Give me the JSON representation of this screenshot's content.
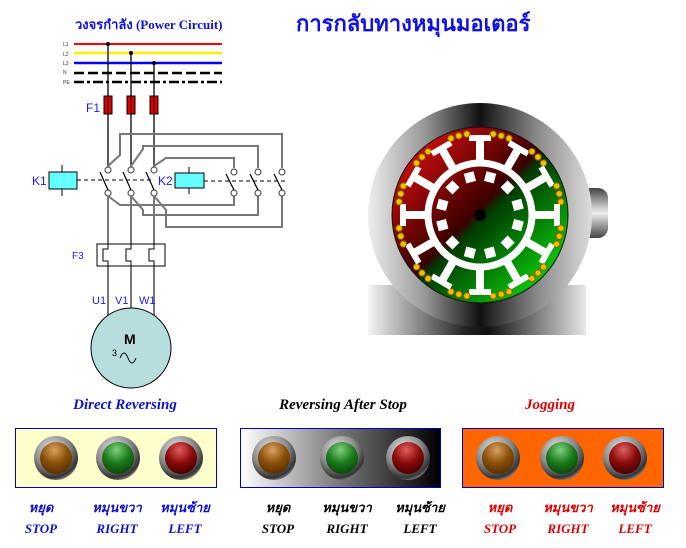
{
  "header": {
    "title": "การกลับทางหมุนมอเตอร์",
    "circuit_title": "วงจรกำลัง  (Power Circuit)"
  },
  "circuit": {
    "lines": [
      "L1",
      "L2",
      "L3",
      "N",
      "PE"
    ],
    "line_colors": {
      "L1": "#ff0000",
      "L2": "#ffff00",
      "L3": "#0000ff",
      "N": "#000000",
      "PE": "#000000"
    },
    "fuse_label": "F1",
    "contactor1_label": "K1",
    "contactor2_label": "K2",
    "overload_label": "F3",
    "terminals": [
      "U1",
      "V1",
      "W1"
    ],
    "motor_label": "M",
    "motor_phase": "3",
    "motor_symbol": "~"
  },
  "groups": [
    {
      "title": "Direct Reversing",
      "title_color": "#1010d0",
      "label_color": "#1010d0",
      "panel_style": "cream",
      "lamps": [
        {
          "name": "stop",
          "thai": "หยุด",
          "en": "STOP",
          "color": "#8a5008"
        },
        {
          "name": "right",
          "thai": "หมุนขวา",
          "en": "RIGHT",
          "color": "#1a7a1a"
        },
        {
          "name": "left",
          "thai": "หมุนซ้าย",
          "en": "LEFT",
          "color": "#8a0a0a"
        }
      ]
    },
    {
      "title": "Reversing After Stop",
      "title_color": "#000000",
      "label_color": "#000000",
      "panel_style": "gradient-gray",
      "lamps": [
        {
          "name": "stop",
          "thai": "หยุด",
          "en": "STOP",
          "color": "#8a5008"
        },
        {
          "name": "right",
          "thai": "หมุนขวา",
          "en": "RIGHT",
          "color": "#1a7a1a"
        },
        {
          "name": "left",
          "thai": "หมุนซ้าย",
          "en": "LEFT",
          "color": "#8a0a0a"
        }
      ]
    },
    {
      "title": "Jogging",
      "title_color": "#e00000",
      "label_color": "#e00000",
      "panel_style": "orange",
      "lamps": [
        {
          "name": "stop",
          "thai": "หยุด",
          "en": "STOP",
          "color": "#8a5008"
        },
        {
          "name": "right",
          "thai": "หมุนขวา",
          "en": "RIGHT",
          "color": "#1a7a1a"
        },
        {
          "name": "left",
          "thai": "หมุนซ้าย",
          "en": "LEFT",
          "color": "#8a0a0a"
        }
      ]
    }
  ]
}
